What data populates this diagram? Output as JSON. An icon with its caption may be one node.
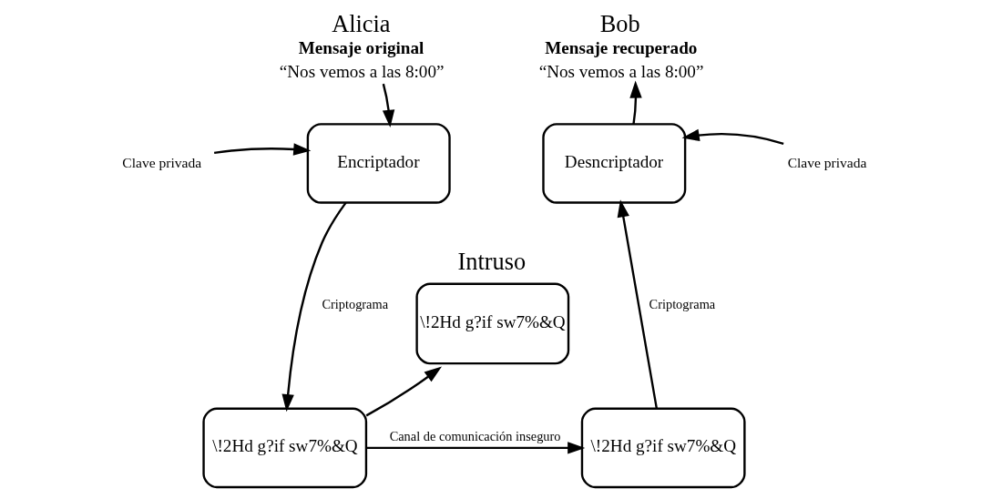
{
  "diagram": {
    "nodes": [
      {
        "text": [
          "Alicia",
          "Mensaje original",
          "“Nos vemos a las 8:00”"
        ]
      },
      {
        "text": [
          "Clave privada"
        ]
      },
      {
        "text": [
          "Encriptador"
        ]
      },
      {
        "text": [
          "\\!2Hd g?if sw7%&Q"
        ]
      },
      {
        "text": [
          "Intruso",
          "\\!2Hd g?if sw7%&Q"
        ]
      },
      {
        "text": [
          "\\!2Hd g?if sw7%&Q"
        ]
      },
      {
        "text": [
          "Desncriptador"
        ]
      },
      {
        "text": [
          "Clave privada"
        ]
      },
      {
        "text": [
          "Bob",
          "Mensaje recuperado",
          "“Nos vemos a las 8:00”"
        ]
      }
    ],
    "edges": [
      {
        "from": 0,
        "to": 2,
        "arrow": "to"
      },
      {
        "from": 1,
        "to": 2,
        "arrow": "to"
      },
      {
        "from": 2,
        "to": 3,
        "label": "Criptograma",
        "arrow": "to"
      },
      {
        "from": 3,
        "to": 4,
        "arrow": "to"
      },
      {
        "from": 3,
        "to": 5,
        "label": "Canal de comunicación inseguro",
        "arrow": "to"
      },
      {
        "from": 5,
        "to": 6,
        "label": "Criptograma",
        "arrow": "to"
      },
      {
        "from": 7,
        "to": 6,
        "arrow": "to"
      },
      {
        "from": 6,
        "to": 8,
        "arrow": "to"
      }
    ]
  }
}
